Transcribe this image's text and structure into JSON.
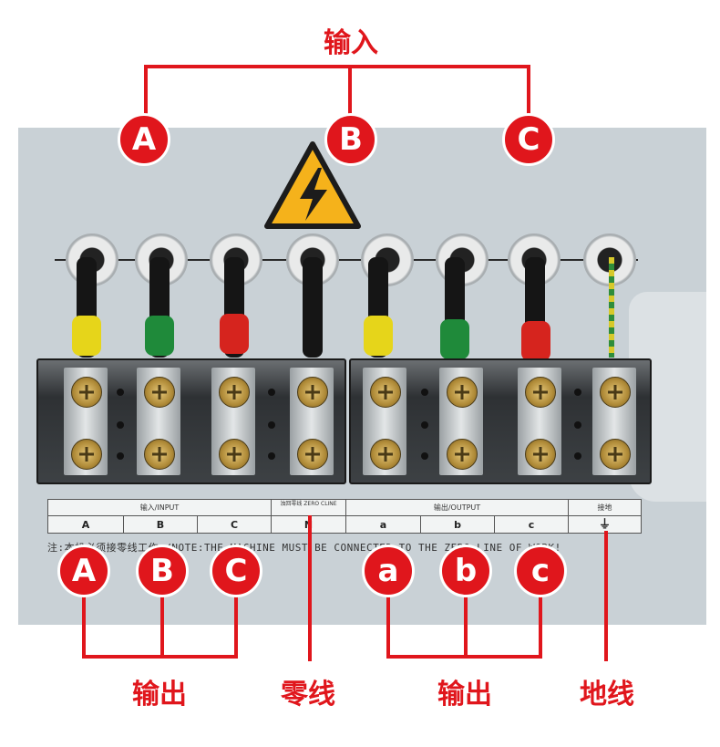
{
  "top_label": "输入",
  "input_badges": [
    "A",
    "B",
    "C"
  ],
  "output_badges": [
    "A",
    "B",
    "C",
    "a",
    "b",
    "c"
  ],
  "bottom_labels": {
    "output_left": "输出",
    "neutral": "零线",
    "output_right": "输出",
    "ground": "地线"
  },
  "label_table": {
    "headers": {
      "input": "输入/INPUT",
      "zero": "浊回零线 ZERO CLINE",
      "output": "输出/OUTPUT",
      "ground": "接地"
    },
    "cells": [
      "A",
      "B",
      "C",
      "N",
      "a",
      "b",
      "c",
      "⏚"
    ]
  },
  "note": "注:本机必须接零线工作 /NOTE:THE MACHINE MUST BE CONNECTED TO THE ZERO LINE OF WORK!",
  "colors": {
    "accent_red": "#e0161c",
    "panel": "#c9d1d6",
    "warning_yellow": "#f5b21b"
  },
  "icons": [
    "high-voltage-warning-icon",
    "ground-symbol-icon"
  ]
}
